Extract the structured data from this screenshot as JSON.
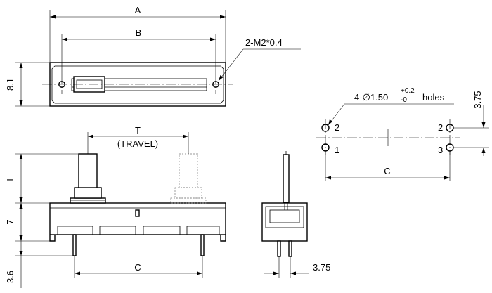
{
  "dimensions": {
    "overall_length": "A",
    "mounting_span": "B",
    "mount_screw_note": "2-M2*0.4",
    "body_height": "8.1",
    "travel_label": "T",
    "travel_note": "(TRAVEL)",
    "lever_height": "L",
    "housing_height": "7",
    "pin_length": "3.6",
    "pin_pitch_c": "C",
    "pin_pitch_side": "3.75",
    "hole_row_pitch": "3.75",
    "hole_pitch_c": "C"
  },
  "holes_note": {
    "prefix": "4-",
    "symbol": "∅",
    "diameter": "1.50",
    "tol_upper": "+0.2",
    "tol_lower": "-0",
    "suffix": "holes"
  },
  "pins": {
    "top_left": "2",
    "bottom_left": "1",
    "top_right": "2",
    "bottom_right": "3"
  }
}
